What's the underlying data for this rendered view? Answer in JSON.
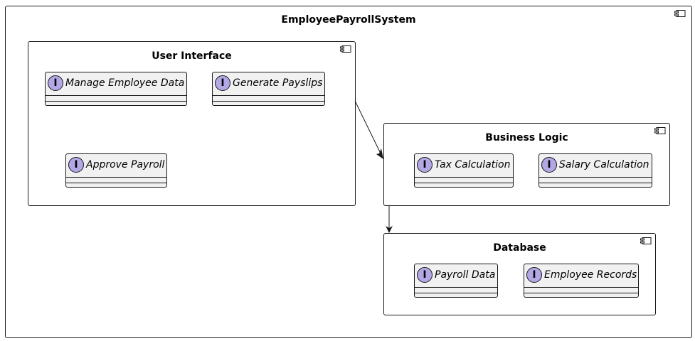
{
  "system": {
    "title": "EmployeePayrollSystem"
  },
  "ui": {
    "title": "User Interface",
    "interfaces": [
      "Manage Employee Data",
      "Generate Payslips",
      "Approve Payroll"
    ]
  },
  "logic": {
    "title": "Business Logic",
    "interfaces": [
      "Tax Calculation",
      "Salary Calculation"
    ]
  },
  "db": {
    "title": "Database",
    "interfaces": [
      "Payroll Data",
      "Employee Records"
    ]
  },
  "interface_badge": "I",
  "colors": {
    "border": "#181818",
    "interface_fill": "#f1f1f1",
    "badge_fill": "#b4a7e5"
  }
}
